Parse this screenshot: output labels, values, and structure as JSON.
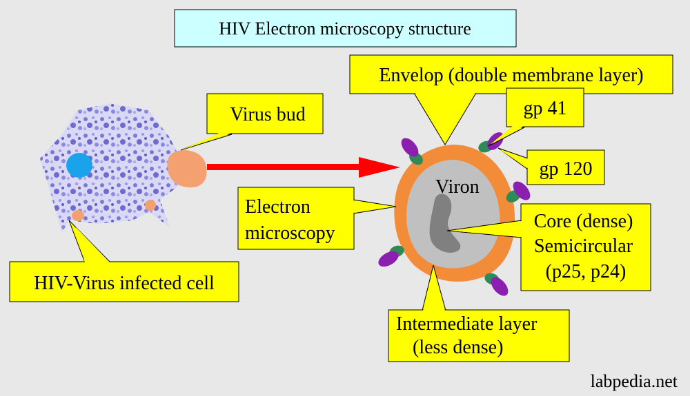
{
  "title": "HIV Electron microscopy structure",
  "labels": {
    "virus_bud": "Virus bud",
    "infected_cell": "HIV-Virus infected cell",
    "envelope": "Envelop (double membrane layer)",
    "gp41": "gp 41",
    "gp120": "gp 120",
    "viron": "Viron",
    "electron_microscopy": [
      "Electron",
      "microscopy"
    ],
    "core": [
      "Core (dense)",
      "Semicircular",
      "(p25, p24)"
    ],
    "intermediate": [
      "Intermediate layer",
      "(less dense)"
    ]
  },
  "watermark": "labpedia.net",
  "colors": {
    "background": "#e8e8e8",
    "title_box": "#ccffff",
    "callout": "#ffff00",
    "envelope": "#f28c38",
    "bud": "#f5a070",
    "arrow": "#ff0000",
    "glycoprotein_stem": "#2e8b57",
    "glycoprotein_knob": "#8a1fb0",
    "cell": "#8a86e0",
    "nucleus": "#1aa3ea",
    "core": "#808080",
    "inner_layer": "#c0c0c0"
  }
}
